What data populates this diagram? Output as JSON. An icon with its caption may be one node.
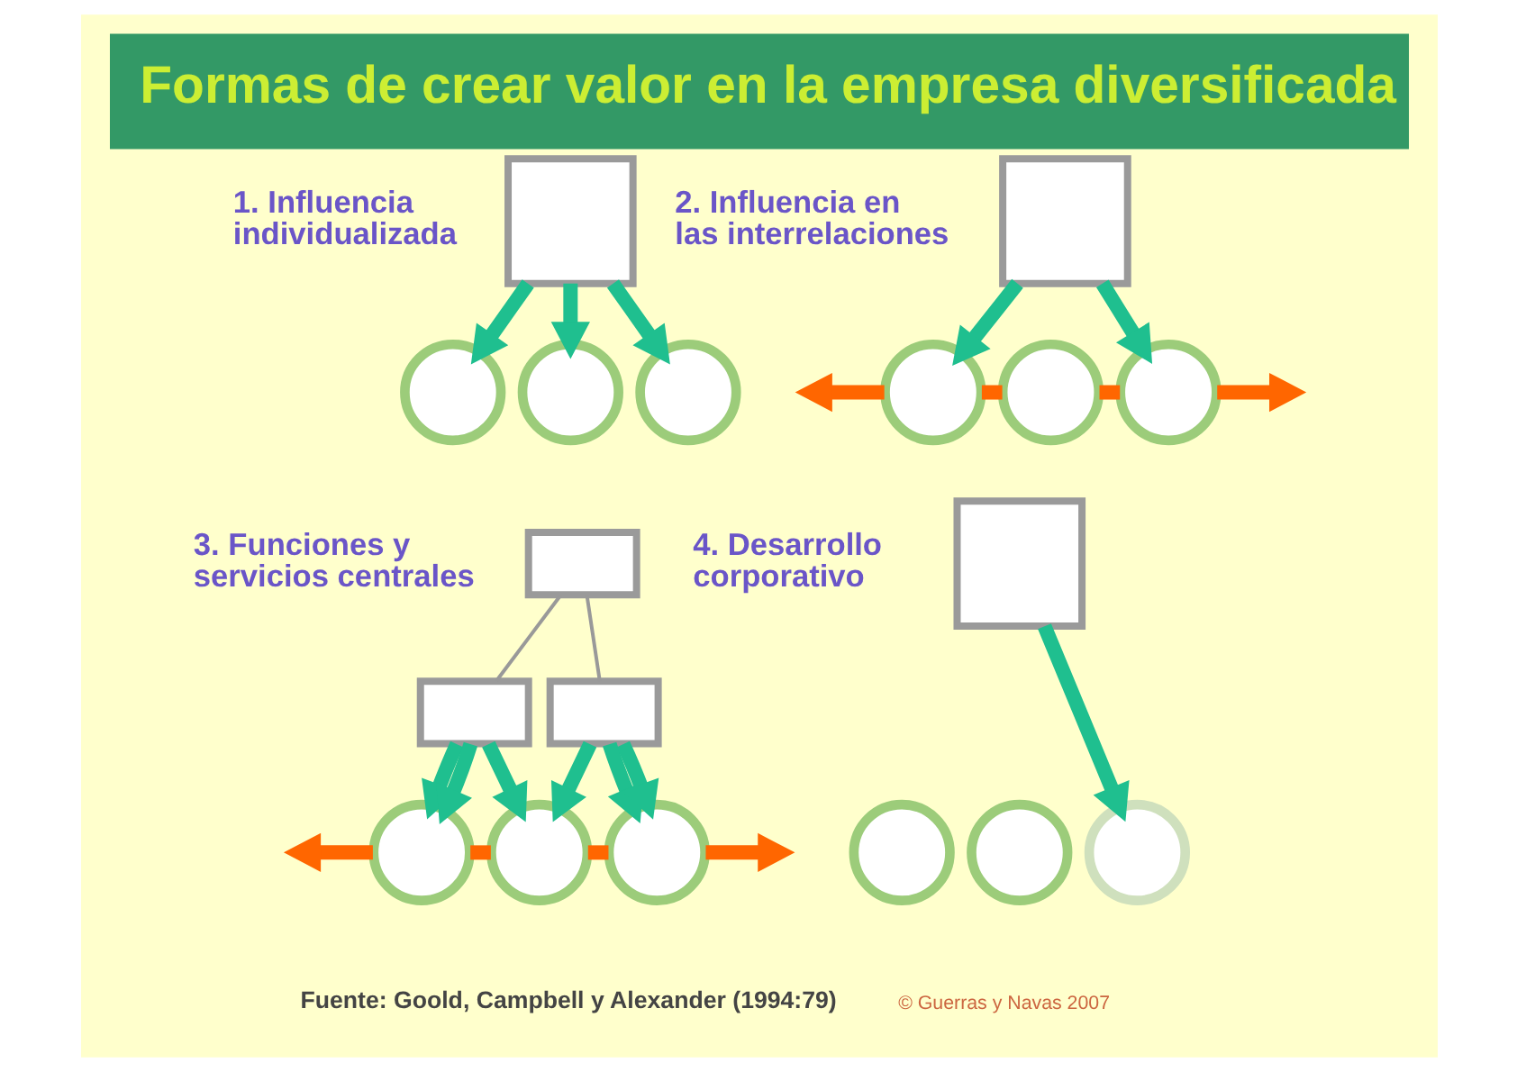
{
  "diagram": {
    "title": "Formas de crear valor en la empresa diversificada",
    "nodes": [
      {
        "text": [],
        "shape": "box"
      },
      {
        "text": [],
        "shape": "circle"
      },
      {
        "text": [],
        "shape": "circle"
      },
      {
        "text": [],
        "shape": "circle"
      },
      {
        "text": [],
        "shape": "box"
      },
      {
        "text": [],
        "shape": "circle"
      },
      {
        "text": [],
        "shape": "circle"
      },
      {
        "text": [],
        "shape": "circle"
      },
      {
        "text": [],
        "shape": "box"
      },
      {
        "text": [],
        "shape": "box"
      },
      {
        "text": [],
        "shape": "box"
      },
      {
        "text": [],
        "shape": "circle"
      },
      {
        "text": [],
        "shape": "circle"
      },
      {
        "text": [],
        "shape": "circle"
      },
      {
        "text": [],
        "shape": "box"
      },
      {
        "text": [],
        "shape": "circle"
      },
      {
        "text": [],
        "shape": "circle"
      },
      {
        "text": [],
        "shape": "circle"
      }
    ],
    "edges": [
      {
        "from": 0,
        "to": 1,
        "arrow": "to"
      },
      {
        "from": 0,
        "to": 2,
        "arrow": "to"
      },
      {
        "from": 0,
        "to": 3,
        "arrow": "to"
      },
      {
        "from": 4,
        "to": 5,
        "arrow": "to"
      },
      {
        "from": 4,
        "to": 7,
        "arrow": "to"
      },
      {
        "from": 5,
        "to": 6,
        "arrow": "none",
        "color": "#ff6600"
      },
      {
        "from": 6,
        "to": 7,
        "arrow": "none",
        "color": "#ff6600"
      },
      {
        "from": 5,
        "to": null,
        "arrow": "to",
        "color": "#ff6600"
      },
      {
        "from": 7,
        "to": null,
        "arrow": "to",
        "color": "#ff6600"
      },
      {
        "from": 8,
        "to": 9,
        "arrow": "none",
        "color": "#999999"
      },
      {
        "from": 8,
        "to": 10,
        "arrow": "none",
        "color": "#999999"
      },
      {
        "from": 9,
        "to": 11,
        "arrow": "to"
      },
      {
        "from": 9,
        "to": 11,
        "arrow": "to"
      },
      {
        "from": 9,
        "to": 12,
        "arrow": "to"
      },
      {
        "from": 10,
        "to": 12,
        "arrow": "to"
      },
      {
        "from": 10,
        "to": 13,
        "arrow": "to"
      },
      {
        "from": 10,
        "to": 13,
        "arrow": "to"
      },
      {
        "from": 11,
        "to": 12,
        "arrow": "none",
        "color": "#ff6600"
      },
      {
        "from": 12,
        "to": 13,
        "arrow": "none",
        "color": "#ff6600"
      },
      {
        "from": 11,
        "to": null,
        "arrow": "to",
        "color": "#ff6600"
      },
      {
        "from": 13,
        "to": null,
        "arrow": "to",
        "color": "#ff6600"
      },
      {
        "from": 14,
        "to": 17,
        "arrow": "to"
      }
    ],
    "labels": [
      "1. Influencia individualizada",
      "2. Influencia en las interrelaciones",
      "3. Funciones y servicios centrales",
      "4. Desarrollo corporativo",
      "Fuente: Goold, Campbell y Alexander (1994:79)",
      "© Guerras y Navas 2007"
    ]
  }
}
